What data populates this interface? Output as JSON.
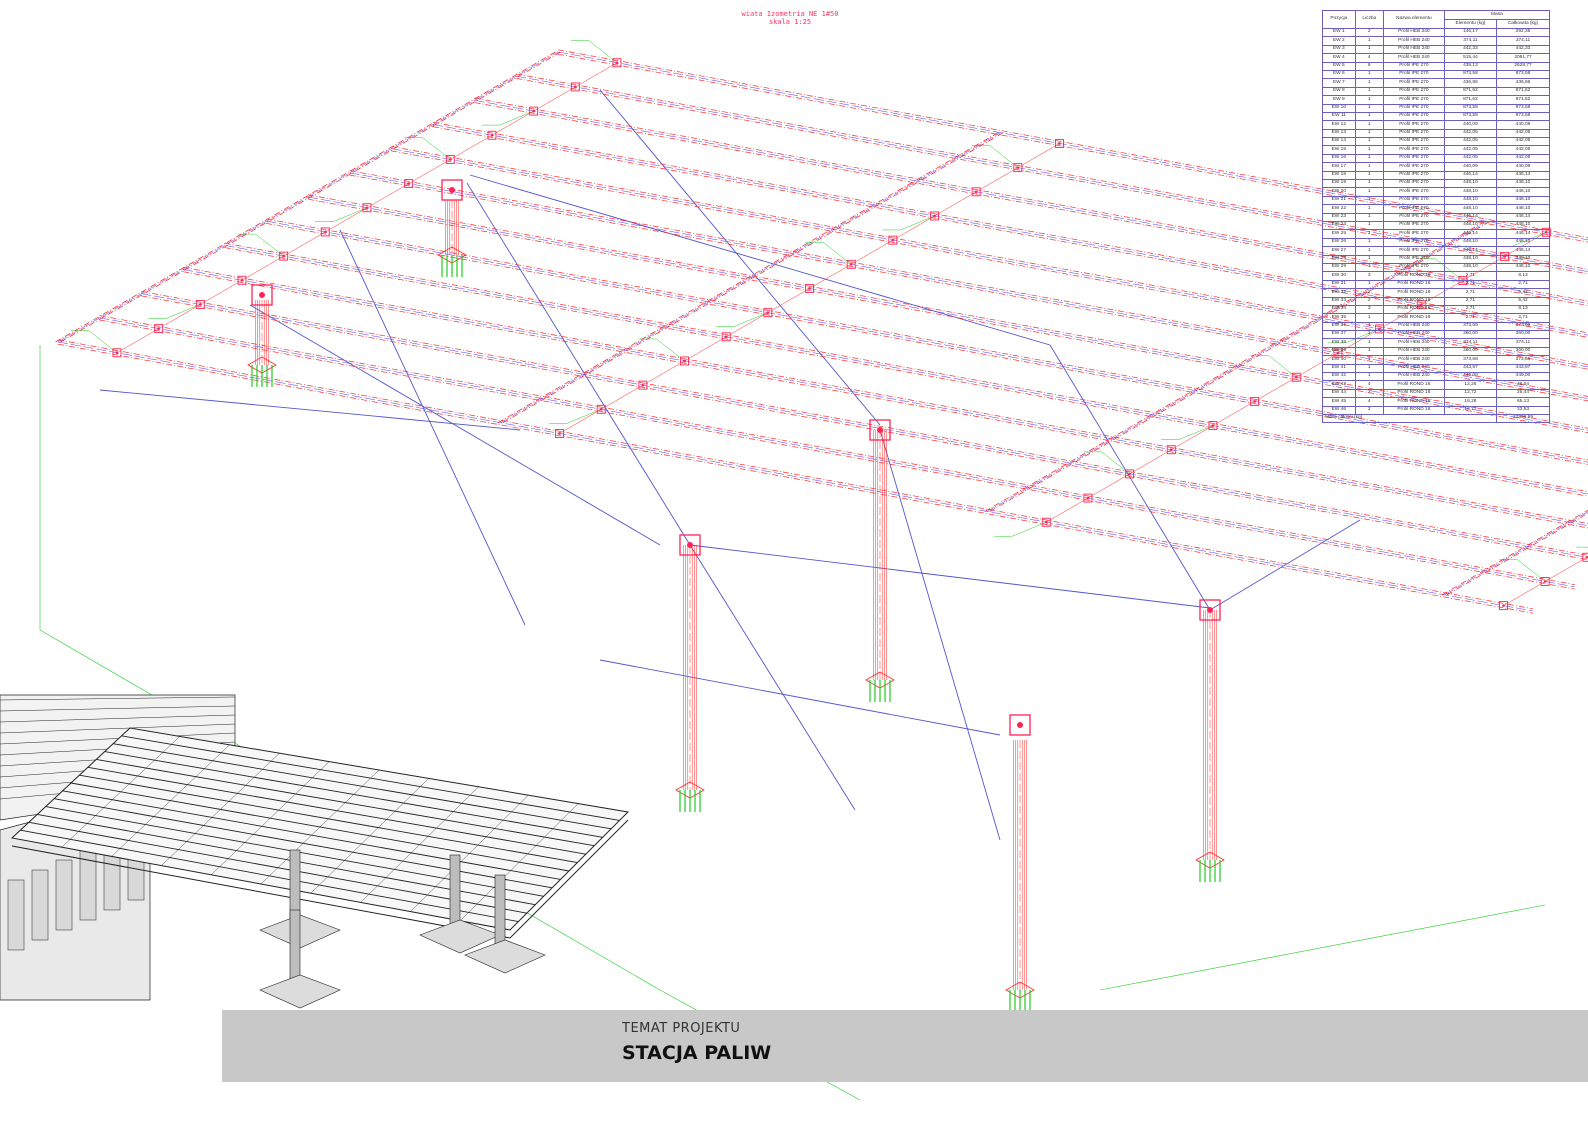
{
  "drawing": {
    "title_line1": "wiata Izometria NE 1#50",
    "title_line2": "skala 1:25"
  },
  "bom": {
    "headers": {
      "pozycja": "Pozycja",
      "liczba": "Liczba",
      "nazwa": "Nazwa elementu",
      "masa": "Masa",
      "masa_elementu": "Elementu (kg)",
      "masa_calkowita": "Całkowita (kg)"
    },
    "rows": [
      [
        "EW 1",
        "2",
        "Profil HEB 240",
        "146,17",
        "292,35"
      ],
      [
        "EW 2",
        "1",
        "Profil HEB 240",
        "374,11",
        "374,11"
      ],
      [
        "EW 3",
        "1",
        "Profil HEB 240",
        "442,33",
        "442,33"
      ],
      [
        "EW 4",
        "4",
        "Profil HEB 240",
        "515,44",
        "2061,77"
      ],
      [
        "EW 5",
        "6",
        "Profil IPE 270",
        "438,13",
        "2628,77"
      ],
      [
        "EW 6",
        "1",
        "Profil IPE 270",
        "873,58",
        "873,58"
      ],
      [
        "EW 7",
        "1",
        "Profil IPE 270",
        "436,86",
        "436,86"
      ],
      [
        "EW 8",
        "1",
        "Profil IPE 270",
        "871,62",
        "871,62"
      ],
      [
        "EW 9",
        "1",
        "Profil IPE 270",
        "871,62",
        "871,62"
      ],
      [
        "EW 10",
        "1",
        "Profil IPE 270",
        "873,58",
        "873,58"
      ],
      [
        "EW 11",
        "1",
        "Profil IPE 270",
        "873,58",
        "873,58"
      ],
      [
        "EW 12",
        "1",
        "Profil IPE 270",
        "440,09",
        "440,09"
      ],
      [
        "EW 13",
        "1",
        "Profil IPE 270",
        "442,05",
        "442,05"
      ],
      [
        "EW 14",
        "1",
        "Profil IPE 270",
        "442,05",
        "442,05"
      ],
      [
        "EW 15",
        "1",
        "Profil IPE 270",
        "442,05",
        "442,05"
      ],
      [
        "EW 16",
        "1",
        "Profil IPE 270",
        "442,05",
        "442,05"
      ],
      [
        "EW 17",
        "1",
        "Profil IPE 270",
        "440,09",
        "440,09"
      ],
      [
        "EW 18",
        "1",
        "Profil IPE 270",
        "446,14",
        "446,14"
      ],
      [
        "EW 19",
        "1",
        "Profil IPE 270",
        "448,10",
        "448,10"
      ],
      [
        "EW 20",
        "1",
        "Profil IPE 270",
        "448,10",
        "448,10"
      ],
      [
        "EW 21",
        "1",
        "Profil IPE 270",
        "448,10",
        "448,10"
      ],
      [
        "EW 22",
        "1",
        "Profil IPE 270",
        "448,10",
        "448,10"
      ],
      [
        "EW 23",
        "1",
        "Profil IPE 270",
        "446,14",
        "446,14"
      ],
      [
        "EW 24",
        "1",
        "Profil IPE 270",
        "448,10",
        "448,10"
      ],
      [
        "EW 25",
        "1",
        "Profil IPE 270",
        "446,14",
        "446,14"
      ],
      [
        "EW 26",
        "1",
        "Profil IPE 270",
        "448,10",
        "448,10"
      ],
      [
        "EW 27",
        "1",
        "Profil IPE 270",
        "446,14",
        "446,14"
      ],
      [
        "EW 28",
        "1",
        "Profil IPE 270",
        "448,10",
        "448,10"
      ],
      [
        "EW 29",
        "1",
        "Profil IPE 270",
        "448,10",
        "448,10"
      ],
      [
        "EW 30",
        "3",
        "Profil ROND 16",
        "2,71",
        "8,13"
      ],
      [
        "EW 31",
        "1",
        "Profil ROND 16",
        "2,71",
        "2,71"
      ],
      [
        "EW 32",
        "2",
        "Profil ROND 16",
        "2,71",
        "5,42"
      ],
      [
        "EW 33",
        "2",
        "Profil ROND 16",
        "2,71",
        "5,42"
      ],
      [
        "EW 34",
        "3",
        "Profil ROND 16",
        "2,71",
        "8,13"
      ],
      [
        "EW 35",
        "1",
        "Profil ROND 16",
        "2,71",
        "2,71"
      ],
      [
        "EW 36",
        "1",
        "Profil HEB 240",
        "373,69",
        "373,69"
      ],
      [
        "EW 37",
        "1",
        "Profil HEB 240",
        "360,00",
        "360,00"
      ],
      [
        "EW 38",
        "1",
        "Profil HEB 240",
        "374,11",
        "374,11"
      ],
      [
        "EW 39",
        "1",
        "Profil HEB 240",
        "360,00",
        "360,00"
      ],
      [
        "EW 40",
        "1",
        "Profil HEB 240",
        "373,68",
        "373,68"
      ],
      [
        "EW 41",
        "1",
        "Profil HEB 240",
        "443,97",
        "443,97"
      ],
      [
        "EW 42",
        "1",
        "Profil HEB 240",
        "449,00",
        "449,00"
      ],
      [
        "EW 43",
        "4",
        "Profil ROND 16",
        "12,26",
        "49,04"
      ],
      [
        "EW 44",
        "2",
        "Profil ROND 16",
        "12,72",
        "25,44"
      ],
      [
        "EW 45",
        "4",
        "Profil ROND 16",
        "16,28",
        "65,13"
      ],
      [
        "EW 46",
        "2",
        "Profil ROND 16",
        "16,77",
        "33,53"
      ]
    ],
    "total_label": "Masa całości (kg)",
    "total_value": "21596,99"
  },
  "project": {
    "topic_label": "TEMAT PROJEKTU",
    "topic_value": "STACJA PALIW"
  },
  "colors": {
    "beam_edge": "#ff2a2a",
    "beam_center": "#3a3aff",
    "bracing": "#5555cc",
    "label_text": "#cc22cc",
    "leader": "#22cc22",
    "connection": "#ff2255",
    "title_block": "#c8c8c9",
    "render_lines": "#222222"
  }
}
